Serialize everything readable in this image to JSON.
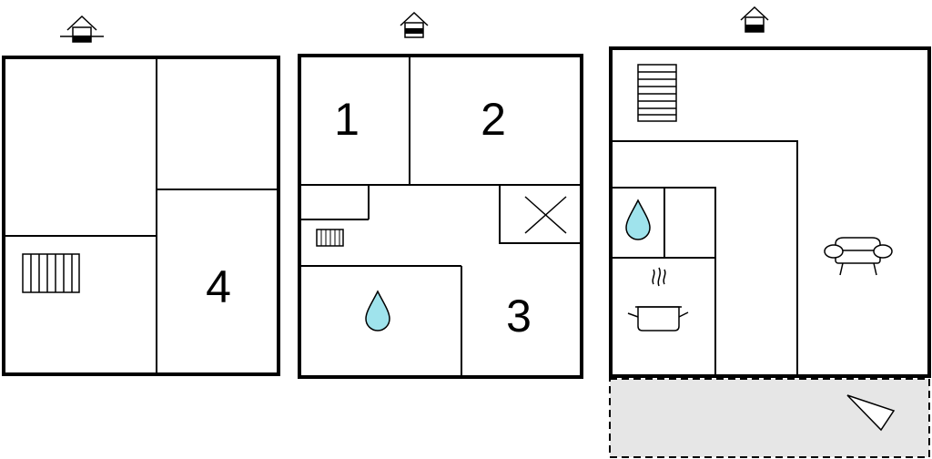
{
  "plans": [
    {
      "level_icon": "attic-level-icon",
      "rooms": [
        {
          "number": "4"
        }
      ],
      "symbols": [
        "radiator-icon"
      ]
    },
    {
      "level_icon": "upper-floor-level-icon",
      "rooms": [
        {
          "number": "1"
        },
        {
          "number": "2"
        },
        {
          "number": "3"
        }
      ],
      "symbols": [
        "radiator-icon",
        "water-drop-icon",
        "void-cross-icon"
      ]
    },
    {
      "level_icon": "ground-floor-level-icon",
      "rooms": [],
      "symbols": [
        "stairs-icon",
        "water-drop-icon",
        "cooking-pot-icon",
        "sofa-icon",
        "terrace-direction-icon"
      ]
    }
  ],
  "colors": {
    "wall": "#000000",
    "water": "#9fe3ec",
    "terrace": "#e6e6e6"
  }
}
